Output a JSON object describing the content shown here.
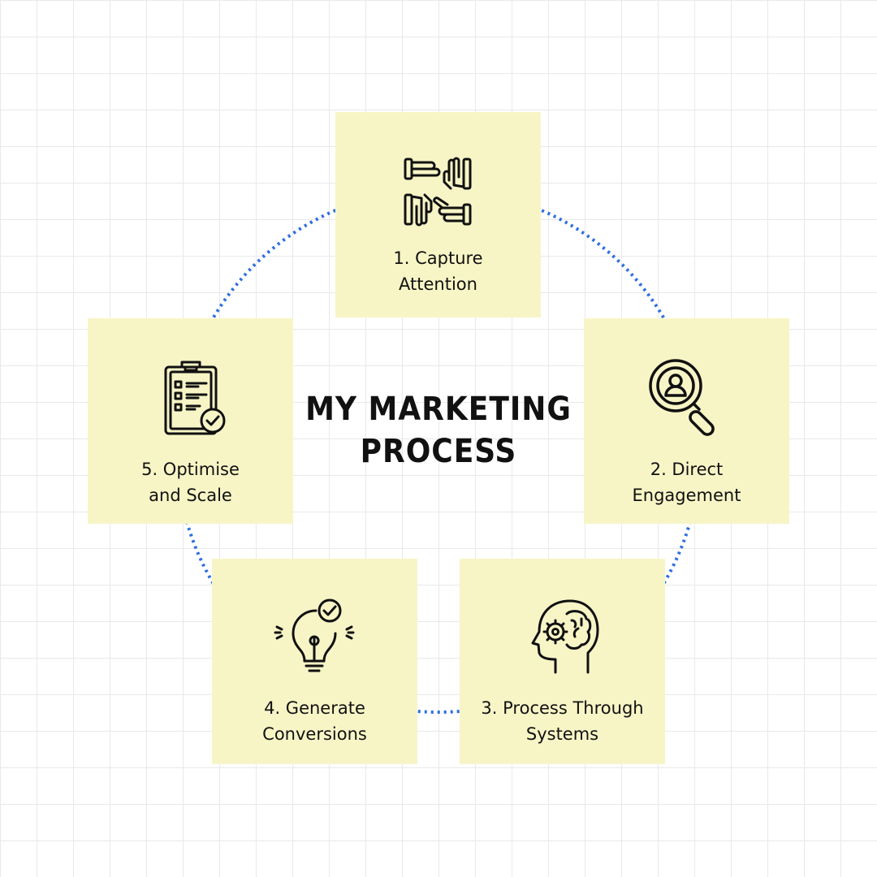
{
  "title": {
    "line1": "MY MARKETING",
    "line2": "PROCESS"
  },
  "colors": {
    "background": "#ffffff",
    "grid": "#e9e9e9",
    "card": "#f7f5c6",
    "ring": "#2f6fe0",
    "ink": "#111111"
  },
  "steps": [
    {
      "line1": "1. Capture",
      "line2": "Attention",
      "icon": "hands-teamwork-icon"
    },
    {
      "line1": "2. Direct",
      "line2": "Engagement",
      "icon": "magnifier-user-icon"
    },
    {
      "line1": "3. Process Through",
      "line2": "Systems",
      "icon": "head-brain-gear-icon"
    },
    {
      "line1": "4. Generate",
      "line2": "Conversions",
      "icon": "lightbulb-check-icon"
    },
    {
      "line1": "5. Optimise",
      "line2": "and Scale",
      "icon": "clipboard-check-icon"
    }
  ]
}
